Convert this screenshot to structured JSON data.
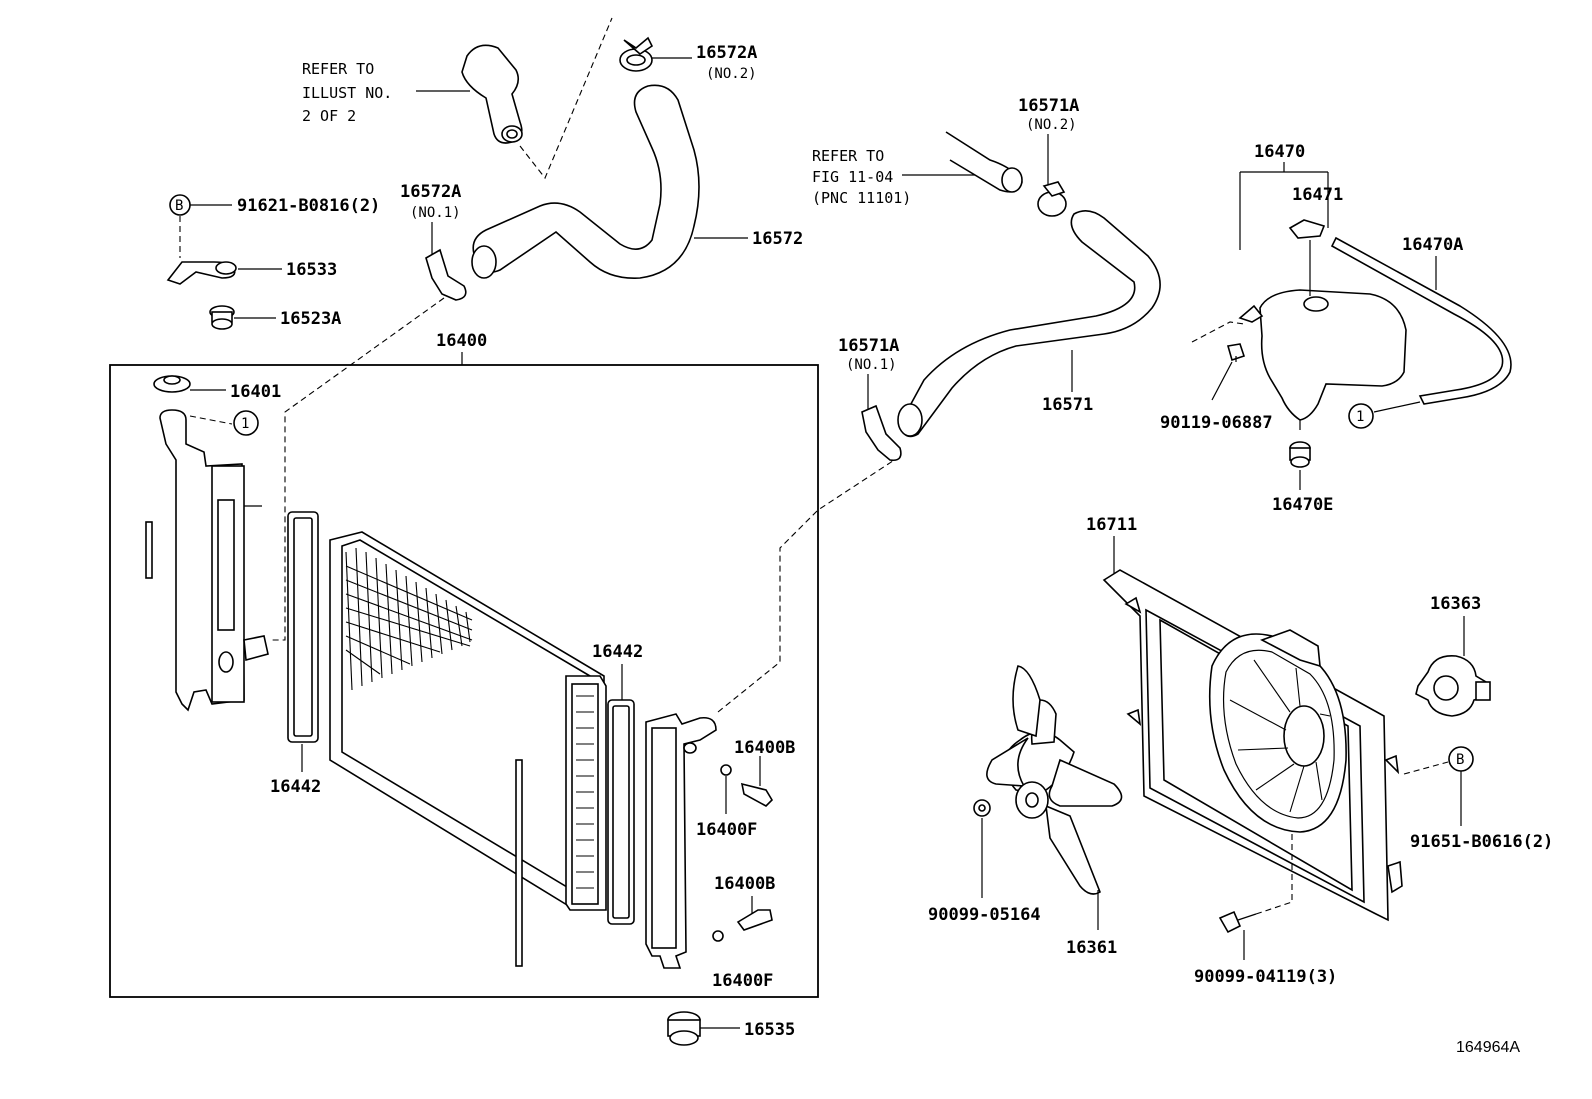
{
  "figure_id": "164964A",
  "callouts": {
    "p16572A_no2": "16572A",
    "p16572A_no2_note": "(NO.2)",
    "refer_illust_1": "REFER TO",
    "refer_illust_2": "ILLUST NO.",
    "refer_illust_3": "2 OF 2",
    "p91621": "91621-B0816(2)",
    "p16572A_no1": "16572A",
    "p16572A_no1_note": "(NO.1)",
    "p16572": "16572",
    "p16533": "16533",
    "p16523A": "16523A",
    "p16400": "16400",
    "p16401": "16401",
    "p16442_left": "16442",
    "p16442_right": "16442",
    "p16400B_upper": "16400B",
    "p16400F_upper": "16400F",
    "p16400B_lower": "16400B",
    "p16400F_lower": "16400F",
    "p16535": "16535",
    "p16571A_no2": "16571A",
    "p16571A_no2_note": "(NO.2)",
    "refer_fig_1": "REFER TO",
    "refer_fig_2": "FIG 11-04",
    "refer_fig_3": "(PNC 11101)",
    "p16571A_no1": "16571A",
    "p16571A_no1_note": "(NO.1)",
    "p16571": "16571",
    "p16470": "16470",
    "p16471": "16471",
    "p16470A": "16470A",
    "p90119": "90119-06887",
    "p16470E": "16470E",
    "p16711": "16711",
    "p16363": "16363",
    "p91651": "91651-B0616(2)",
    "p90099_05164": "90099-05164",
    "p16361": "16361",
    "p90099_04119": "90099-04119(3)"
  },
  "markers": {
    "circle_1_a": "1",
    "circle_1_b": "1",
    "circle_b_a": "B",
    "circle_b_b": "B"
  }
}
